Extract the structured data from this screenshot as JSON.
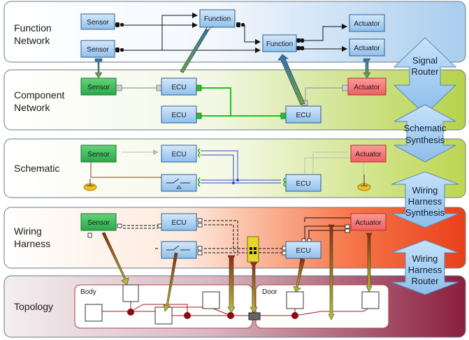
{
  "layers": {
    "function_network": "Function\nNetwork",
    "component_network": "Component\nNetwork",
    "schematic": "Schematic",
    "wiring_harness": "Wiring\nHarness",
    "topology": "Topology"
  },
  "blocks": {
    "sensor": "Sensor",
    "function": "Function",
    "actuator": "Actuator",
    "ecu": "ECU"
  },
  "regions": {
    "body": "Body",
    "door": "Door"
  },
  "transitions": {
    "signal_router": [
      "Signal",
      "Router"
    ],
    "schematic_synthesis": [
      "Schematic",
      "Synthesis"
    ],
    "wiring_harness_synthesis": [
      "Wiring",
      "Harness",
      "Synthesis"
    ],
    "wiring_harness_router": [
      "Wiring",
      "Harness",
      "Router"
    ]
  }
}
